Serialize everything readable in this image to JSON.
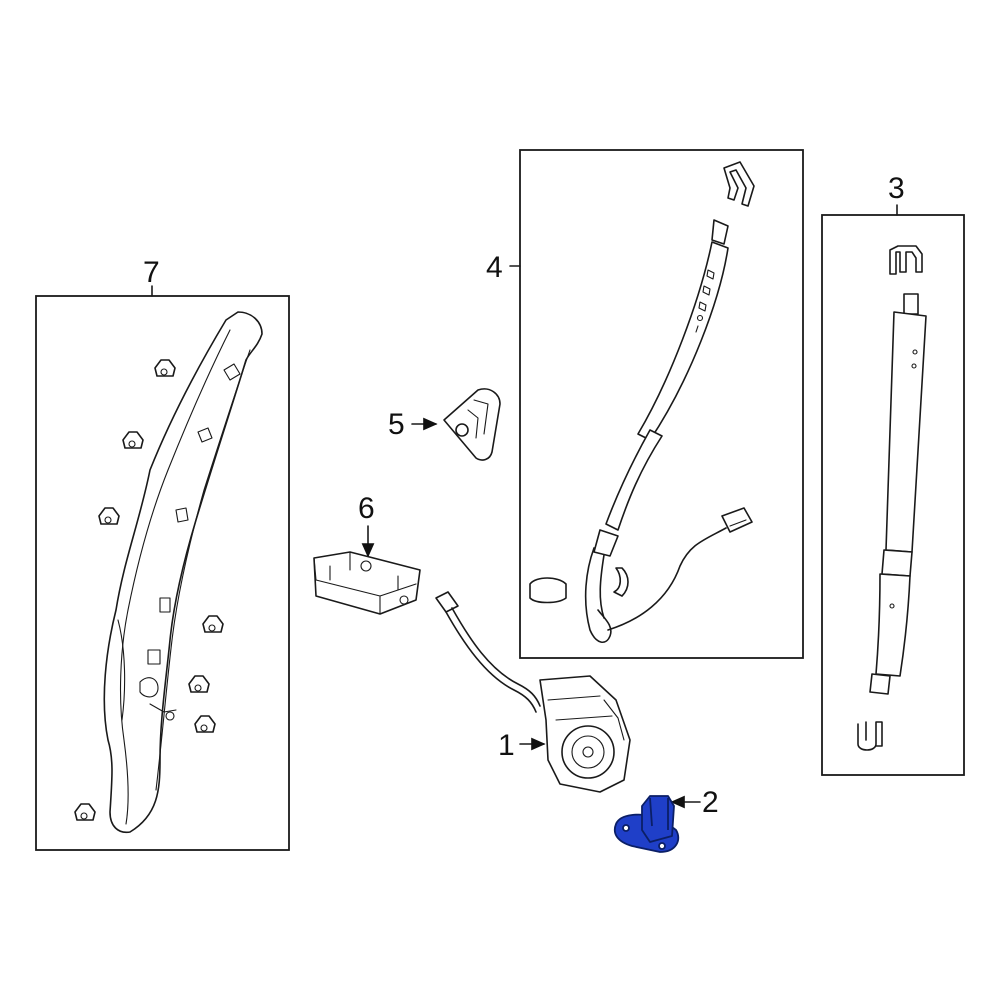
{
  "colors": {
    "line": "#1a1a1a",
    "highlight_fill": "#1f3fc8",
    "highlight_stroke": "#0b1f66",
    "background": "#ffffff"
  },
  "callouts": {
    "part1": "1",
    "part2": "2",
    "part3": "3",
    "part4": "4",
    "part5": "5",
    "part6": "6",
    "part7": "7"
  },
  "highlighted_part": "2"
}
